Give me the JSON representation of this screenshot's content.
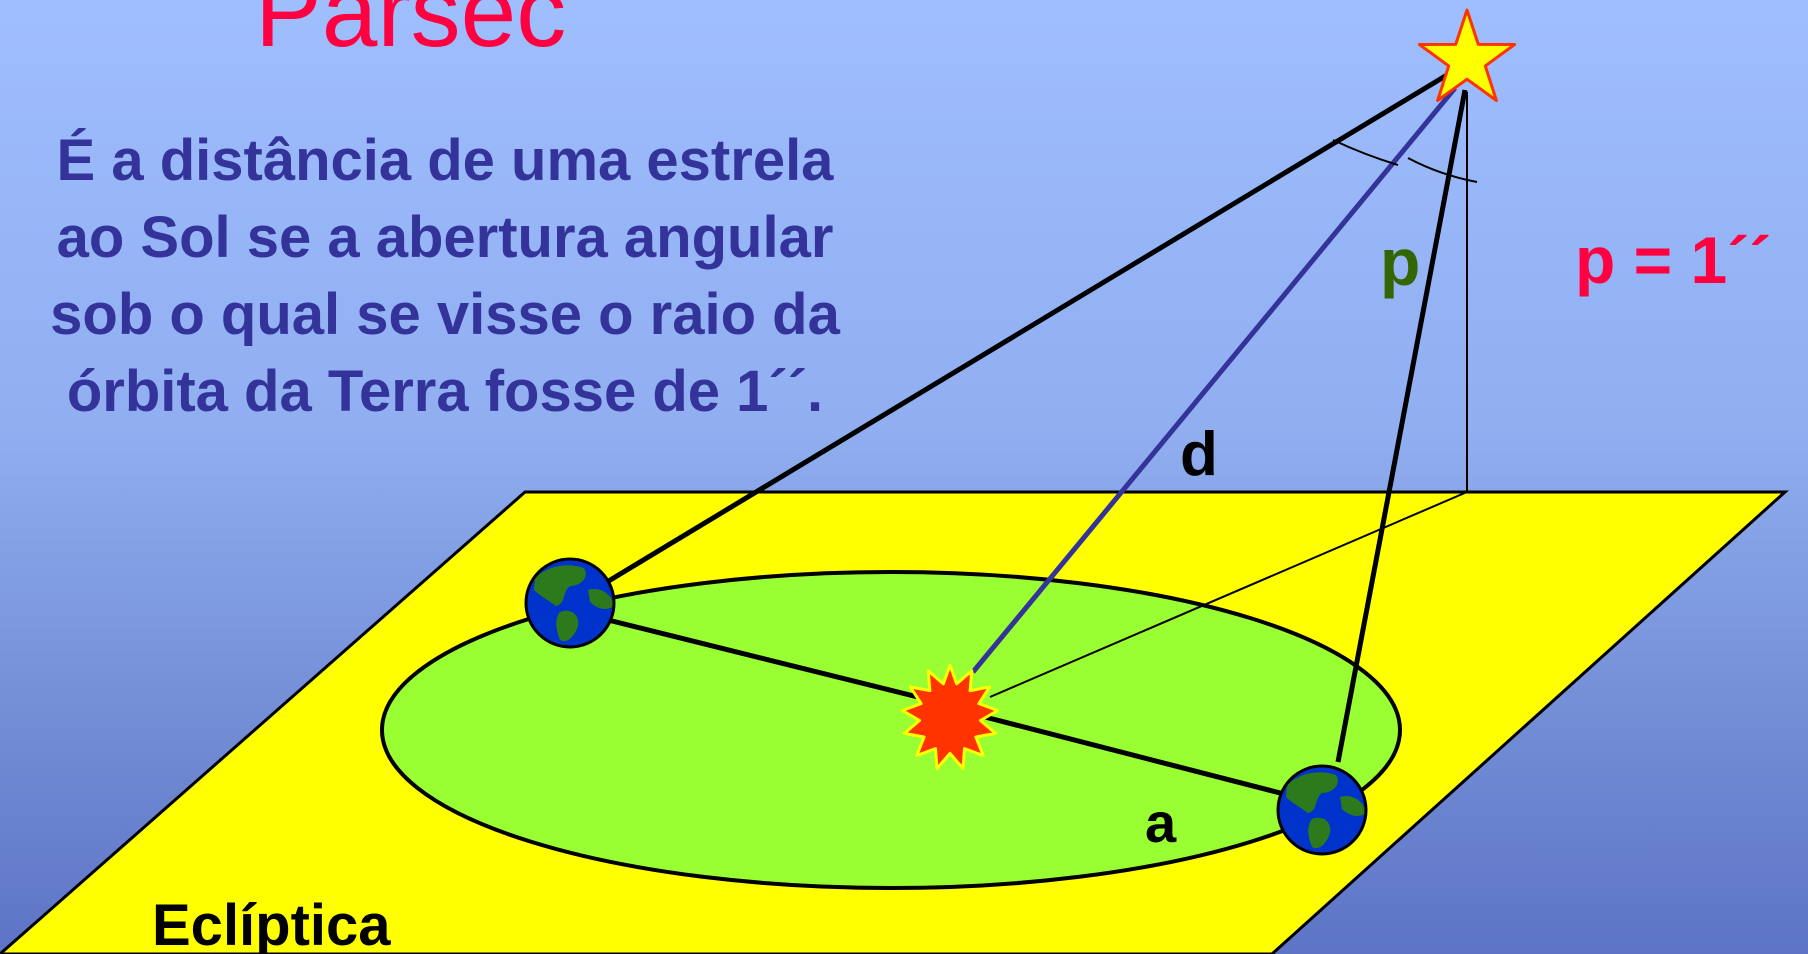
{
  "title": "Parsec",
  "definition": {
    "lines": [
      "É a distância de uma estrela",
      "ao Sol se a abertura angular",
      "sob o qual se visse o raio da",
      "órbita da Terra fosse de 1´´."
    ]
  },
  "labels": {
    "d": "d",
    "p": "p",
    "a": "a",
    "p_value": "p = 1´´",
    "ecliptic": "Eclíptica"
  },
  "colors": {
    "title": "#ff0040",
    "definition_text": "#33339a",
    "background_top": "#9fbefe",
    "background_bottom": "#5d74c6",
    "ecliptic_plane": "#ffff00",
    "orbit": "#99ff33",
    "sun": "#ff3300",
    "star": "#ffff00",
    "star_outline": "#ff3300",
    "sight_line_to_sun": "#333399",
    "p_label": "#336600",
    "p_value_label": "#ff0040"
  },
  "icons": {
    "star": "star-icon",
    "sun": "sun-icon",
    "earth": "earth-globe-icon"
  }
}
